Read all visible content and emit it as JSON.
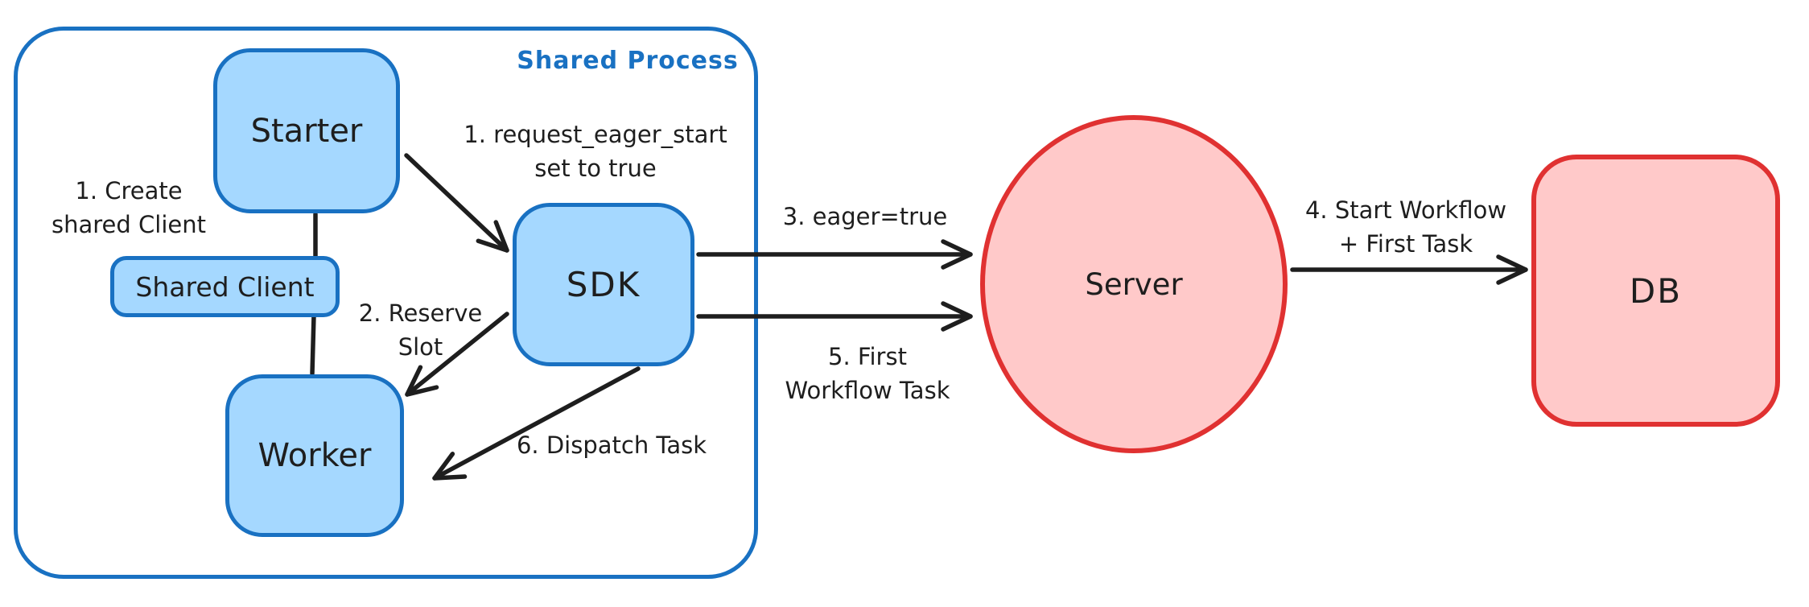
{
  "diagram": {
    "shared_process": {
      "title": "Shared Process"
    },
    "nodes": {
      "starter": "Starter",
      "shared_client": "Shared Client",
      "worker": "Worker",
      "sdk": "SDK",
      "server": "Server",
      "db": "DB"
    },
    "labels": {
      "create_client": "1. Create\nshared Client",
      "request_eager": "1. request_eager_start\nset to true",
      "reserve_slot": "2. Reserve\nSlot",
      "dispatch_task": "6. Dispatch Task",
      "eager_true": "3. eager=true",
      "first_workflow_task": "5. First\nWorkflow Task",
      "start_workflow": "4. Start Workflow\n+ First Task"
    },
    "colors": {
      "blue_stroke": "#1971c2",
      "blue_fill": "#a5d8ff",
      "red_stroke": "#e03131",
      "red_fill": "#ffc9c9",
      "arrow": "#1e1e1e",
      "text": "#1e1e1e",
      "background": "#ffffff"
    }
  }
}
